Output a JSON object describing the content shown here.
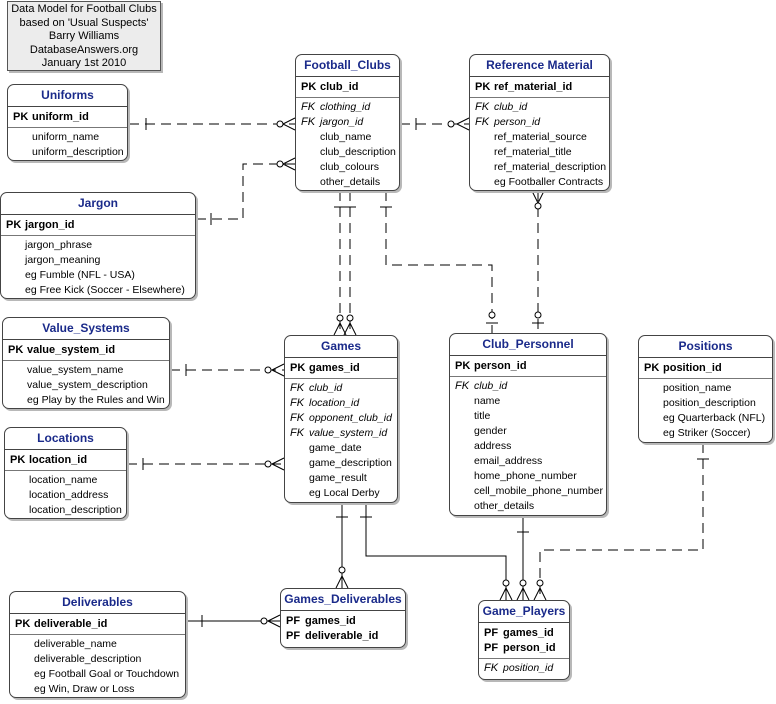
{
  "note": {
    "lines": [
      "Data Model for Football Clubs",
      "based on 'Usual Suspects'",
      "Barry Williams",
      "DatabaseAnswers.org",
      "January 1st 2010"
    ]
  },
  "entities": [
    {
      "id": "uniforms",
      "title": "Uniforms",
      "rows": [
        {
          "k": "PK",
          "n": "uniform_id"
        },
        {
          "k": "",
          "n": "uniform_name"
        },
        {
          "k": "",
          "n": "uniform_description"
        }
      ]
    },
    {
      "id": "jargon",
      "title": "Jargon",
      "rows": [
        {
          "k": "PK",
          "n": "jargon_id"
        },
        {
          "k": "",
          "n": "jargon_phrase"
        },
        {
          "k": "",
          "n": "jargon_meaning"
        },
        {
          "k": "",
          "n": "eg Fumble (NFL - USA)"
        },
        {
          "k": "",
          "n": "eg Free Kick (Soccer - Elsewhere)"
        }
      ]
    },
    {
      "id": "value-systems",
      "title": "Value_Systems",
      "rows": [
        {
          "k": "PK",
          "n": "value_system_id"
        },
        {
          "k": "",
          "n": "value_system_name"
        },
        {
          "k": "",
          "n": "value_system_description"
        },
        {
          "k": "",
          "n": "eg Play by the Rules and Win"
        }
      ]
    },
    {
      "id": "locations",
      "title": "Locations",
      "rows": [
        {
          "k": "PK",
          "n": "location_id"
        },
        {
          "k": "",
          "n": "location_name"
        },
        {
          "k": "",
          "n": "location_address"
        },
        {
          "k": "",
          "n": "location_description"
        }
      ]
    },
    {
      "id": "deliverables",
      "title": "Deliverables",
      "rows": [
        {
          "k": "PK",
          "n": "deliverable_id"
        },
        {
          "k": "",
          "n": "deliverable_name"
        },
        {
          "k": "",
          "n": "deliverable_description"
        },
        {
          "k": "",
          "n": "eg Football Goal or Touchdown"
        },
        {
          "k": "",
          "n": "eg Win, Draw or Loss"
        }
      ]
    },
    {
      "id": "football-clubs",
      "title": "Football_Clubs",
      "rows": [
        {
          "k": "PK",
          "n": "club_id"
        },
        {
          "k": "FK",
          "n": "clothing_id"
        },
        {
          "k": "FK",
          "n": "jargon_id"
        },
        {
          "k": "",
          "n": "club_name"
        },
        {
          "k": "",
          "n": "club_description"
        },
        {
          "k": "",
          "n": "club_colours"
        },
        {
          "k": "",
          "n": "other_details"
        }
      ]
    },
    {
      "id": "games",
      "title": "Games",
      "rows": [
        {
          "k": "PK",
          "n": "games_id"
        },
        {
          "k": "FK",
          "n": "club_id"
        },
        {
          "k": "FK",
          "n": "location_id"
        },
        {
          "k": "FK",
          "n": "opponent_club_id"
        },
        {
          "k": "FK",
          "n": "value_system_id"
        },
        {
          "k": "",
          "n": "game_date"
        },
        {
          "k": "",
          "n": "game_description"
        },
        {
          "k": "",
          "n": "game_result"
        },
        {
          "k": "",
          "n": "eg Local Derby"
        }
      ]
    },
    {
      "id": "games-deliverables",
      "title": "Games_Deliverables",
      "rows": [
        {
          "k": "PF",
          "n": "games_id"
        },
        {
          "k": "PF",
          "n": "deliverable_id"
        }
      ]
    },
    {
      "id": "reference-material",
      "title": "Reference Material",
      "rows": [
        {
          "k": "PK",
          "n": "ref_material_id"
        },
        {
          "k": "FK",
          "n": "club_id"
        },
        {
          "k": "FK",
          "n": "person_id"
        },
        {
          "k": "",
          "n": "ref_material_source"
        },
        {
          "k": "",
          "n": "ref_material_title"
        },
        {
          "k": "",
          "n": "ref_material_description"
        },
        {
          "k": "",
          "n": "eg Footballer Contracts"
        }
      ]
    },
    {
      "id": "club-personnel",
      "title": "Club_Personnel",
      "rows": [
        {
          "k": "PK",
          "n": "person_id"
        },
        {
          "k": "FK",
          "n": "club_id"
        },
        {
          "k": "",
          "n": "name"
        },
        {
          "k": "",
          "n": "title"
        },
        {
          "k": "",
          "n": "gender"
        },
        {
          "k": "",
          "n": "address"
        },
        {
          "k": "",
          "n": "email_address"
        },
        {
          "k": "",
          "n": "home_phone_number"
        },
        {
          "k": "",
          "n": "cell_mobile_phone_number"
        },
        {
          "k": "",
          "n": "other_details"
        }
      ]
    },
    {
      "id": "positions",
      "title": "Positions",
      "rows": [
        {
          "k": "PK",
          "n": "position_id"
        },
        {
          "k": "",
          "n": "position_name"
        },
        {
          "k": "",
          "n": "position_description"
        },
        {
          "k": "",
          "n": "eg Quarterback (NFL)"
        },
        {
          "k": "",
          "n": "eg Striker (Soccer)"
        }
      ]
    },
    {
      "id": "game-players",
      "title": "Game_Players",
      "rows": [
        {
          "k": "PF",
          "n": "games_id"
        },
        {
          "k": "PF",
          "n": "person_id"
        },
        {
          "k": "FK",
          "n": "position_id"
        }
      ]
    }
  ]
}
